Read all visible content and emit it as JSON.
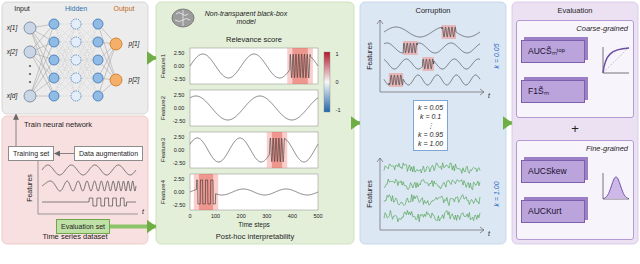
{
  "diagram": {
    "nodes": [
      {
        "text": [
          "Train neural network"
        ]
      },
      {
        "text": [
          "Time series dataset"
        ]
      },
      {
        "text": [
          "Training set"
        ],
        "in": 1
      },
      {
        "text": [
          "Data augmentation"
        ],
        "in": 1
      },
      {
        "text": [
          "Evaluation set"
        ],
        "in": 1
      },
      {
        "text": [
          "Post-hoc interpretability"
        ]
      },
      {
        "text": [
          "Corruption"
        ]
      },
      {
        "text": [
          "k = 0.05",
          "k = 0.1",
          "⋮",
          "k = 0.95",
          "k = 1.00"
        ],
        "in": 6
      },
      {
        "text": [
          "Evaluation"
        ]
      },
      {
        "text": [
          "Coarse-grained"
        ],
        "in": 8
      },
      {
        "text": [
          "AUCS̃ₘᵗᵒᵖ"
        ],
        "in": 9
      },
      {
        "text": [
          "F1S̃ₘ"
        ],
        "in": 9
      },
      {
        "text": [
          "Fine-grained"
        ],
        "in": 8
      },
      {
        "text": [
          "AUCSkew"
        ],
        "in": 12
      },
      {
        "text": [
          "AUCKurt"
        ],
        "in": 12
      }
    ],
    "edges": [
      {
        "from": 3,
        "to": 2,
        "arrow": "to"
      },
      {
        "from": 2,
        "to": 0,
        "arrow": "to"
      },
      {
        "from": 0,
        "to": 5,
        "arrow": "to"
      },
      {
        "from": 4,
        "to": 5,
        "arrow": "to"
      },
      {
        "from": 5,
        "to": 6,
        "arrow": "to"
      },
      {
        "from": 6,
        "to": 8,
        "arrow": "to"
      }
    ],
    "labels": [
      "Input",
      "Hidden",
      "Output",
      "x[1]",
      "x[2]",
      "x[d]",
      "p[1]",
      "p[2]",
      "Features",
      "t",
      "Non-transparent black-box model",
      "Relevance score",
      "Feature1",
      "Feature2",
      "Feature3",
      "Feature4",
      "2.50",
      "0.00",
      "-2.50",
      "2.50",
      "0.00",
      "-2.50",
      "2.50",
      "0.00",
      "-2.50",
      "2.50",
      "0.00",
      "-2.50",
      "0",
      "100",
      "200",
      "300",
      "400",
      "500",
      "Time steps",
      "1",
      "0",
      "-1",
      "Features",
      "t",
      "k = 0.05",
      "Features",
      "t",
      "k = 1.00",
      "+"
    ]
  }
}
